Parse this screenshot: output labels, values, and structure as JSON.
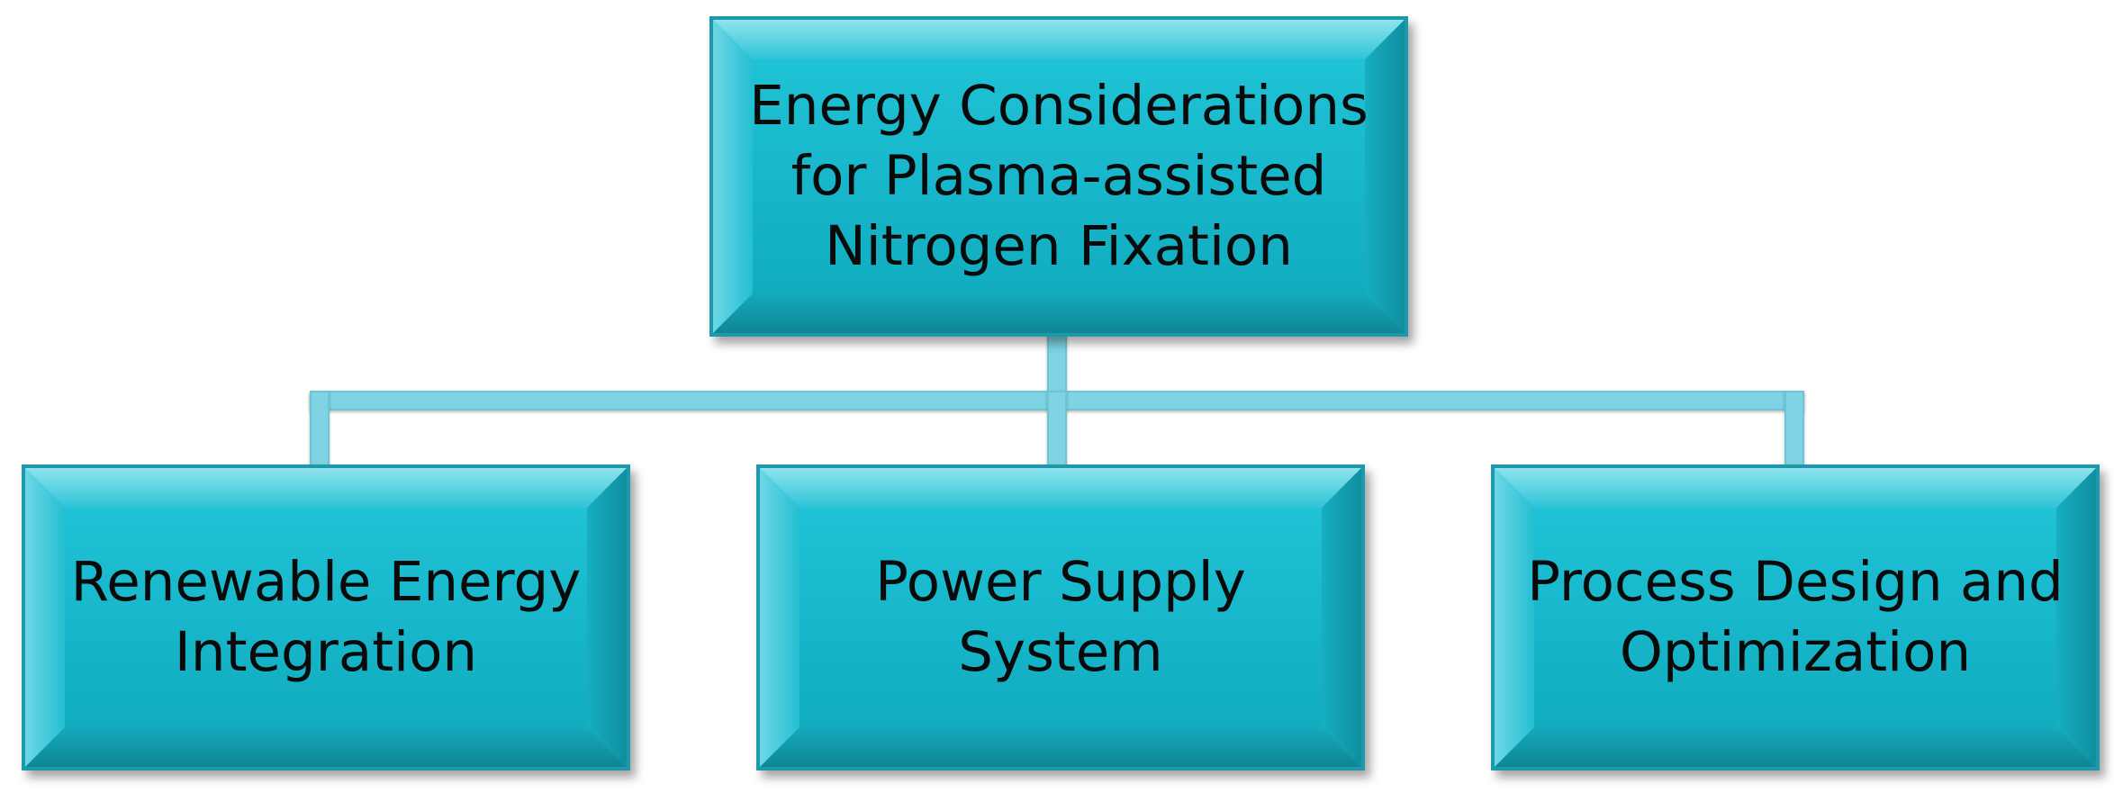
{
  "diagram": {
    "type": "hierarchy",
    "root": {
      "label": "Energy Considerations\nfor Plasma-assisted\nNitrogen Fixation"
    },
    "children": [
      {
        "label": "Renewable Energy\nIntegration"
      },
      {
        "label": "Power Supply\nSystem"
      },
      {
        "label": "Process Design and\nOptimization"
      }
    ],
    "colors": {
      "box_fill": "#17b7cb",
      "box_border": "#1f98a9",
      "connector": "#7fd3e2",
      "text": "#0a0a0a",
      "background": "#ffffff"
    }
  }
}
